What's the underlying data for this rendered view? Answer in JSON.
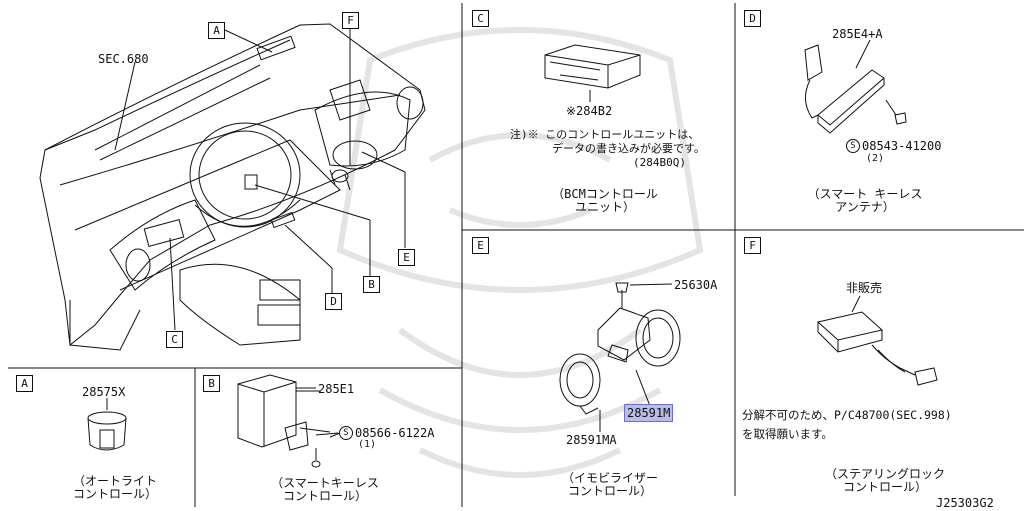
{
  "main_view": {
    "sec_label": "SEC.680",
    "callouts": [
      "A",
      "F",
      "E",
      "B",
      "D",
      "C"
    ]
  },
  "panel_a": {
    "letter": "A",
    "part": "28575X",
    "caption_1": "（オートライト",
    "caption_2": "コントロール）"
  },
  "panel_b": {
    "letter": "B",
    "part": "285E1",
    "bolt": "08566-6122A",
    "bolt_qty": "(1)",
    "caption_1": "（スマートキーレス",
    "caption_2": "コントロール）"
  },
  "panel_c": {
    "letter": "C",
    "part": "※284B2",
    "note_1": "注)※ このコントロールユニットは、",
    "note_2": "データの書き込みが必要です。",
    "note_3": "(284B0Q)",
    "caption_1": "（BCMコントロール",
    "caption_2": "ユニット）"
  },
  "panel_d": {
    "letter": "D",
    "part": "285E4+A",
    "bolt": "08543-41200",
    "bolt_qty": "(2)",
    "caption_1": "（スマート キーレス",
    "caption_2": "アンテナ）"
  },
  "panel_e": {
    "letter": "E",
    "part_screw": "25630A",
    "part_ring": "28591MA",
    "part_highlight": "28591M",
    "caption_1": "（イモビライザー",
    "caption_2": "コントロール）"
  },
  "panel_f": {
    "letter": "F",
    "not_sold": "非販売",
    "note_1": "分解不可のため、P/C48700(SEC.998)",
    "note_2": "を取得願います。",
    "caption_1": "（ステアリングロック",
    "caption_2": "コントロール）"
  },
  "diagram_id": "J25303G2",
  "colors": {
    "line": "#111111",
    "highlight": "#b9bde6",
    "highlight_border": "#6a70c8"
  }
}
